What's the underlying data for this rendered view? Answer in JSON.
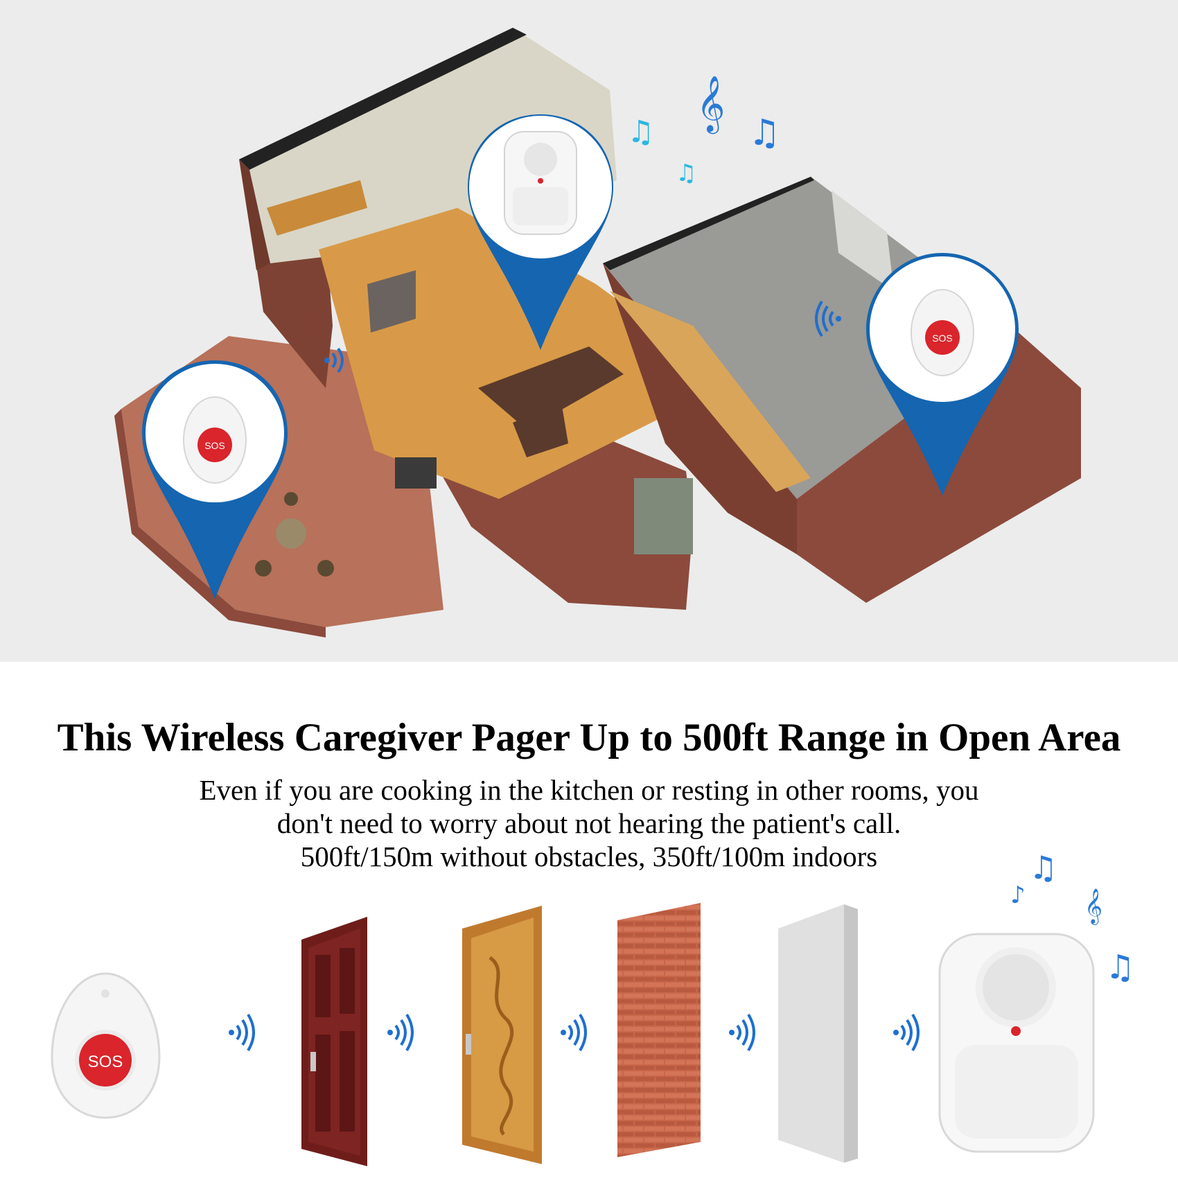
{
  "headline": "This Wireless Caregiver Pager Up to 500ft Range in Open Area",
  "description": {
    "line1": "Even if you are cooking in the kitchen or resting in other rooms, you",
    "line2": "don't need to worry about not hearing the patient's call.",
    "line3": "500ft/150m without obstacles, 350ft/100m indoors"
  },
  "button_label": "SOS",
  "colors": {
    "pin_blue": "#1565b0",
    "signal_blue": "#1e6fd0",
    "sos_red": "#d9252b",
    "brick": "#8b4a3c",
    "scene_bg": "#ececec"
  },
  "obstacles": [
    "dark-wood-door-icon",
    "light-wood-door-icon",
    "brick-wall-icon",
    "white-panel-icon"
  ]
}
